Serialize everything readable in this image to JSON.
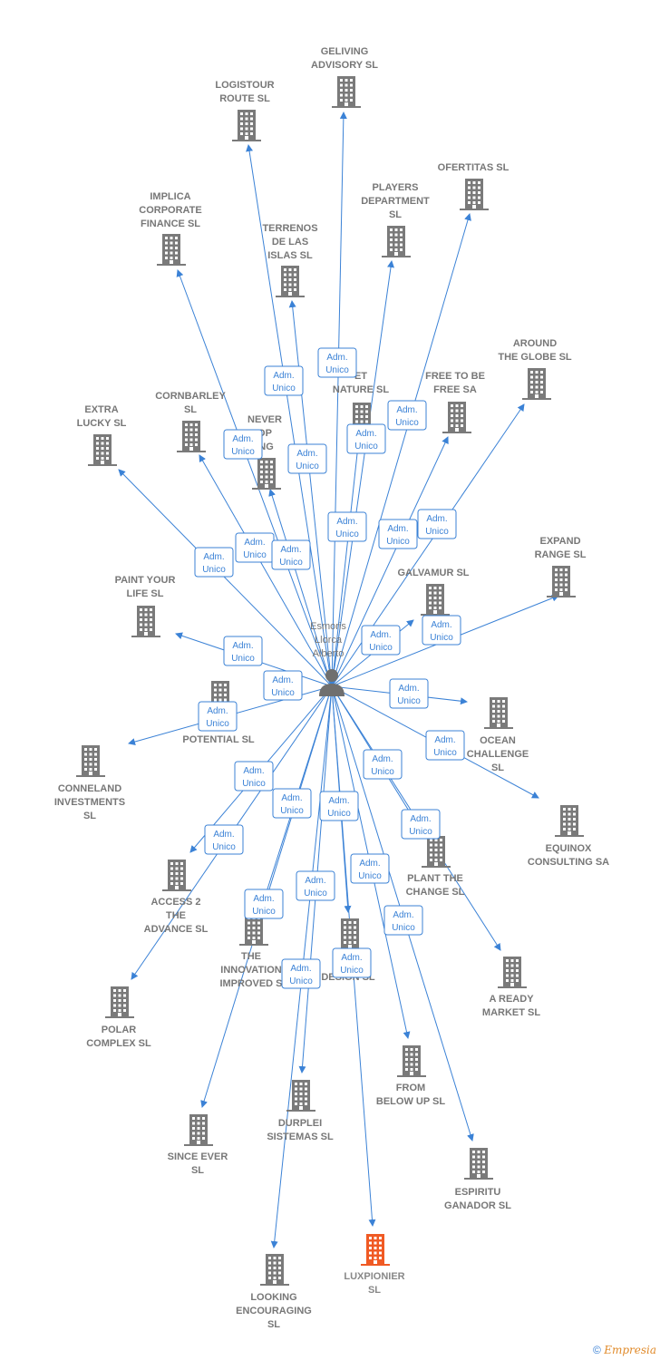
{
  "colors": {
    "edge": "#3b82d6",
    "building": "#7a7a7a",
    "highlight": "#f05a24",
    "badge_border": "#3b82d6"
  },
  "center": {
    "name": [
      "Esmoris",
      "Llorca",
      "Alberto"
    ],
    "icon": "person-icon"
  },
  "nodes": [
    {
      "id": "geliving",
      "label": [
        "GELIVING",
        "ADVISORY  SL"
      ]
    },
    {
      "id": "logistour",
      "label": [
        "LOGISTOUR",
        "ROUTE  SL"
      ]
    },
    {
      "id": "ofertitas",
      "label": [
        "OFERTITAS  SL"
      ]
    },
    {
      "id": "players",
      "label": [
        "PLAYERS",
        "DEPARTMENT",
        "SL"
      ]
    },
    {
      "id": "implica",
      "label": [
        "IMPLICA",
        "CORPORATE",
        "FINANCE  SL"
      ]
    },
    {
      "id": "terrenos",
      "label": [
        "TERRENOS",
        "DE LAS",
        "ISLAS  SL"
      ]
    },
    {
      "id": "around",
      "label": [
        "AROUND",
        "THE GLOBE  SL"
      ]
    },
    {
      "id": "freeto",
      "label": [
        "FREE TO BE",
        "FREE SA"
      ]
    },
    {
      "id": "net",
      "label": [
        "ET",
        "NATURE  SL"
      ]
    },
    {
      "id": "extra",
      "label": [
        "EXTRA",
        "LUCKY  SL"
      ]
    },
    {
      "id": "cornbarley",
      "label": [
        "CORNBARLEY",
        "SL"
      ]
    },
    {
      "id": "never",
      "label": [
        "NEVER",
        "OP",
        "ING"
      ]
    },
    {
      "id": "expand",
      "label": [
        "EXPAND",
        "RANGE  SL"
      ]
    },
    {
      "id": "galvamur",
      "label": [
        "GALVAMUR  SL"
      ]
    },
    {
      "id": "paint",
      "label": [
        "PAINT YOUR",
        "LIFE  SL"
      ]
    },
    {
      "id": "unlimited",
      "label": [
        "U        D",
        "POTENTIAL  SL"
      ]
    },
    {
      "id": "ocean",
      "label": [
        "OCEAN",
        "CHALLENGE",
        "SL"
      ]
    },
    {
      "id": "conneland",
      "label": [
        "CONNELAND",
        "INVESTMENTS",
        "SL"
      ]
    },
    {
      "id": "equinox",
      "label": [
        "EQUINOX",
        "CONSULTING SA"
      ]
    },
    {
      "id": "access",
      "label": [
        "ACCESS 2",
        "THE",
        "ADVANCE  SL"
      ]
    },
    {
      "id": "plant",
      "label": [
        "PLANT THE",
        "CHANGE  SL"
      ]
    },
    {
      "id": "innovation",
      "label": [
        "THE",
        "INNOVATION",
        "IMPROVED  S"
      ]
    },
    {
      "id": "design",
      "label": [
        "DESIGN SL"
      ]
    },
    {
      "id": "aready",
      "label": [
        "A READY",
        "MARKET  SL"
      ]
    },
    {
      "id": "polar",
      "label": [
        "POLAR",
        "COMPLEX  SL"
      ]
    },
    {
      "id": "frombelow",
      "label": [
        "FROM",
        "BELOW UP  SL"
      ]
    },
    {
      "id": "durplei",
      "label": [
        "DURPLEI",
        "SISTEMAS  SL"
      ]
    },
    {
      "id": "sinceever",
      "label": [
        "SINCE EVER",
        "SL"
      ]
    },
    {
      "id": "espiritu",
      "label": [
        "ESPIRITU",
        "GANADOR SL"
      ]
    },
    {
      "id": "luxpionier",
      "label": [
        "LUXPIONIER",
        "SL"
      ],
      "highlight": true
    },
    {
      "id": "looking",
      "label": [
        "LOOKING",
        "ENCOURAGING",
        "SL"
      ]
    }
  ],
  "badge_text": [
    "Adm.",
    "Unico"
  ],
  "footer": {
    "copyright": "©",
    "brand": "Empresia"
  }
}
